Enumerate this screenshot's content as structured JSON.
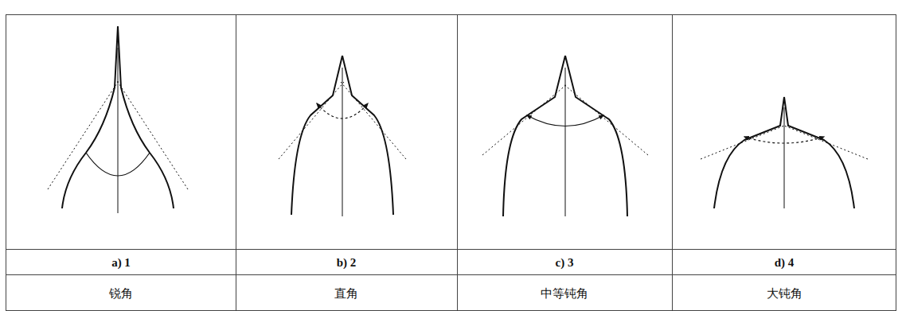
{
  "diagram": {
    "labels": [
      "a) 1",
      "b) 2",
      "c) 3",
      "d) 4",
      "锐角",
      "直角",
      "中等钝角",
      "大钝角"
    ]
  }
}
